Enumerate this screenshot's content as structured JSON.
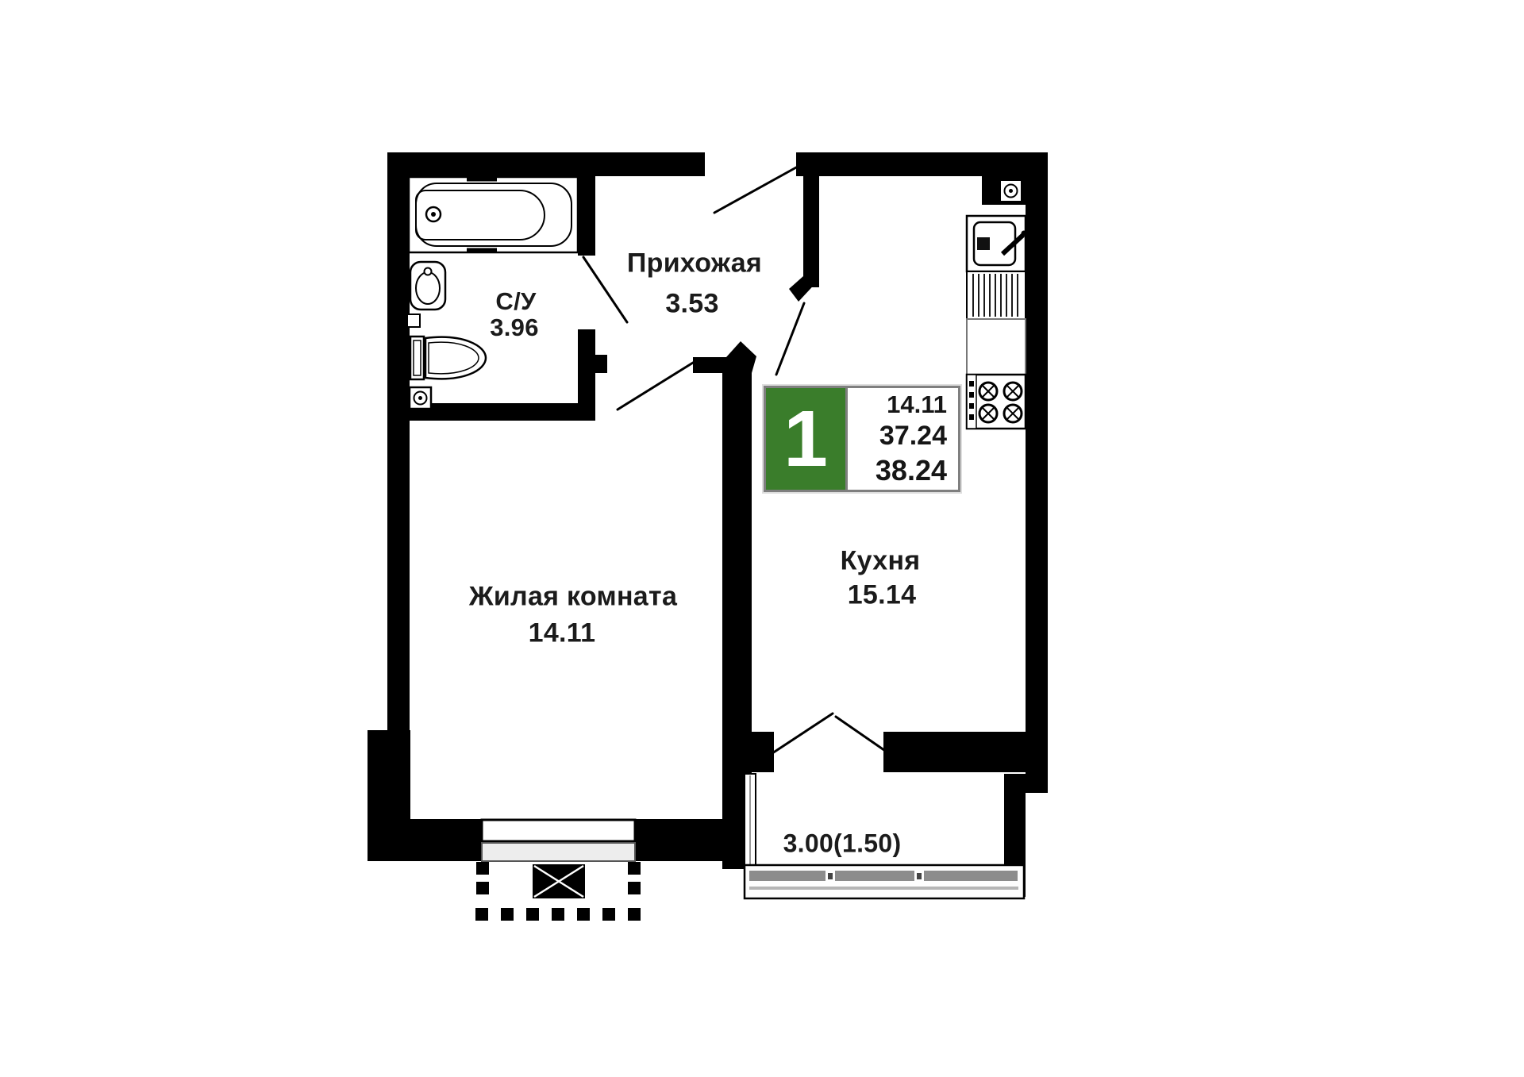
{
  "badge": {
    "rooms_count": "1",
    "area_room": "14.11",
    "area_living": "37.24",
    "area_total": "38.24"
  },
  "rooms": {
    "bathroom": {
      "name": "С/У",
      "area": "3.96"
    },
    "hallway": {
      "name": "Прихожая",
      "area": "3.53"
    },
    "living": {
      "name": "Жилая комната",
      "area": "14.11"
    },
    "kitchen": {
      "name": "Кухня",
      "area": "15.14"
    },
    "balcony": {
      "area": "3.00(1.50)"
    }
  },
  "colors": {
    "walls": "#000000",
    "badge_green": "#3a7d2b",
    "text": "#1b1b1b"
  },
  "fixtures": [
    "bathtub-icon",
    "bathroom-sink-icon",
    "toilet-icon",
    "vent-grille-icon",
    "kitchen-sink-icon",
    "dish-drainer-icon",
    "kitchen-counter",
    "stove-icon",
    "living-room-window",
    "balcony-glazing",
    "ac-unit-marker",
    "parapet-dashed-line"
  ]
}
